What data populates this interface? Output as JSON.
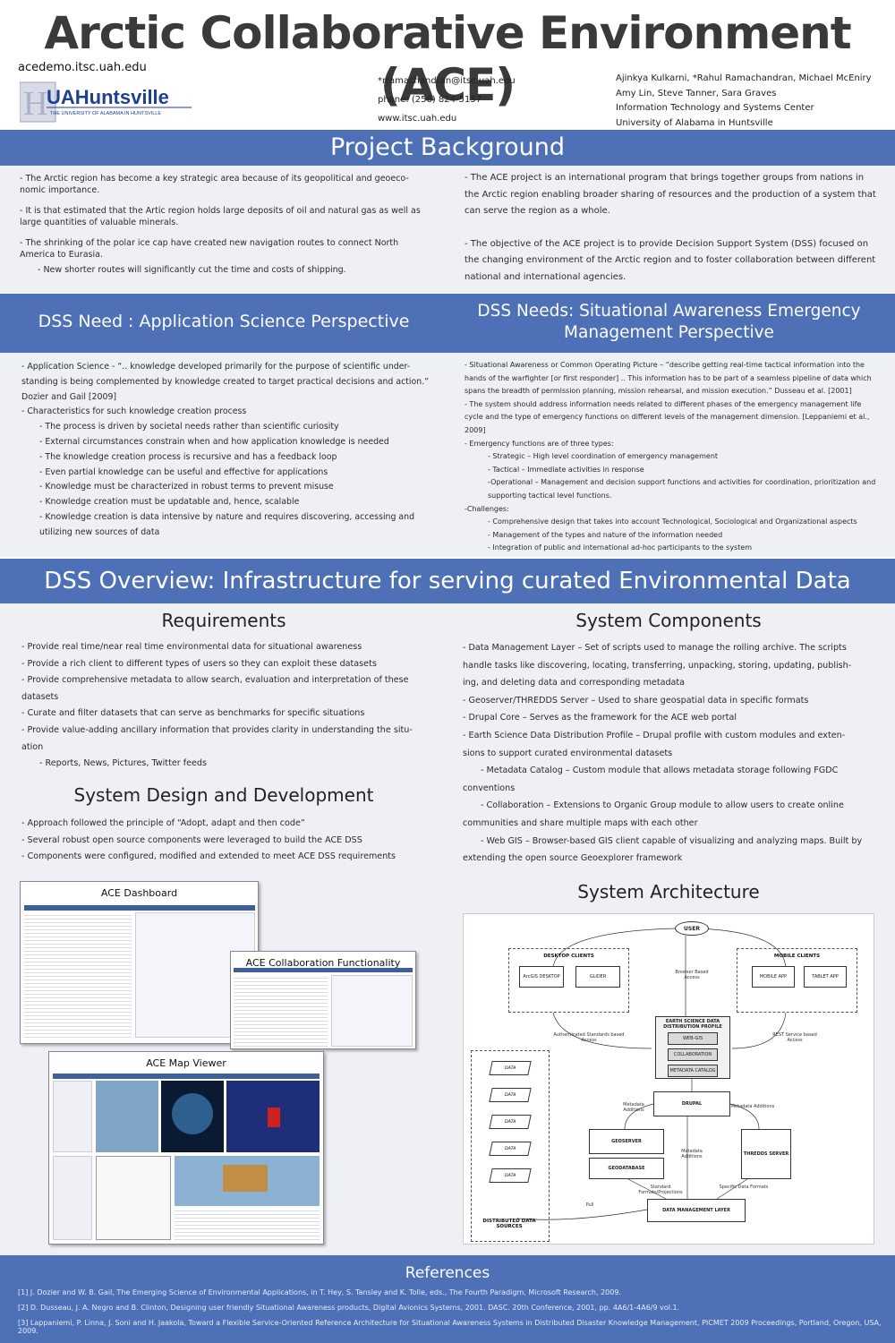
{
  "header": {
    "title": "Arctic Collaborative Environment (ACE)",
    "website": "acedemo.itsc.uah.edu",
    "logo_text": "UAHuntsville",
    "logo_subtext": "THE UNIVERSITY OF ALABAMA IN HUNTSVILLE",
    "contact": [
      "*rramachandran@itsc.uah.edu",
      "phone: (256) 824-5157",
      "www.itsc.uah.edu"
    ],
    "authors": [
      "Ajinkya Kulkarni, *Rahul Ramachandran, Michael McEniry",
      "Amy Lin, Steve Tanner, Sara Graves",
      "Information Technology and Systems Center",
      "University of Alabama in Huntsville"
    ]
  },
  "background": {
    "title": "Project Background",
    "left": [
      "- The Arctic region has become a key strategic area because of its geopolitical and geoeco-nomic importance.",
      "- It is that estimated that the Artic region holds large deposits of oil and natural gas as well as large quantities of valuable minerals.",
      "- The shrinking of the polar ice cap have created new navigation routes to connect North America to Eurasia.",
      "- New shorter routes will significantly cut the time and costs of shipping."
    ],
    "right": [
      "- The ACE project is an international program that brings together groups from nations in the Arctic region enabling broader sharing of resources and the production of a system that can serve the region as a whole.",
      "- The objective of the ACE project is to provide Decision Support System (DSS)  focused on the changing environment of the Arctic region and to foster collaboration between different national and international agencies."
    ]
  },
  "dss_need_app": {
    "title": "DSS Need : Application Science Perspective",
    "intro": "- Application Science  - “.. knowledge developed primarily for the purpose of scientific under-standing is being complemented by knowledge created to target practical decisions and action.” Dozier and Gail [2009]",
    "chars_head": "- Characteristics for such knowledge creation process",
    "items": [
      "- The process is driven by societal needs rather than scientific curiosity",
      "- External circumstances constrain when and how application knowledge is needed",
      "- The knowledge creation process is recursive and has a feedback loop",
      "- Even partial knowledge can be useful and effective for applications",
      "- Knowledge must be characterized in robust terms to prevent misuse",
      "- Knowledge creation must be updatable and, hence, scalable",
      "- Knowledge creation is data intensive by nature and requires discovering, accessing and utilizing new sources of data"
    ]
  },
  "dss_need_sa": {
    "title": "DSS Needs: Situational Awareness Emergency Management Perspective",
    "p1": "- Situational Awareness or Common Operating Picture – “describe getting real-time tactical information into the hands of the warfighter [or first responder] .. This information has to be part of a seamless pipeline of data which spans the breadth of permission planning, mission rehearsal, and mission execution.” Dusseau et al. [2001]",
    "p2": "- The system should address information needs related to different phases of the emergency management life cycle and the type of emergency functions on different levels of the management dimension. [Leppaniemi et al., 2009]",
    "functions_head": "- Emergency functions are of three types:",
    "functions": [
      "- Strategic – High level coordination of emergency management",
      "- Tactical – Immediate activities in response",
      "-Operational – Management and decision support functions and activities for coordination, prioritization and supporting tactical level functions."
    ],
    "challenges_head": "-Challenges:",
    "challenges": [
      "- Comprehensive design that takes into account Technological, Sociological and Organizational aspects",
      "- Management of the types and nature of the information needed",
      "- Integration of public and international ad-hoc participants to the system"
    ]
  },
  "overview": {
    "title": "DSS Overview: Infrastructure for serving curated Environmental Data",
    "requirements_title": "Requirements",
    "requirements": [
      "- Provide real time/near real time environmental data for situational awareness",
      "- Provide a rich client to different types of users so they can exploit these datasets",
      "- Provide comprehensive metadata to allow search, evaluation and interpretation of these datasets",
      "- Curate and filter datasets that can serve as benchmarks for specific situations",
      "- Provide value-adding ancillary information that provides clarity in understanding the situ-ation"
    ],
    "requirements_sub": "- Reports, News, Pictures, Twitter feeds",
    "design_title": "System Design and Development",
    "design": [
      "- Approach followed the principle of “Adopt, adapt and then code”",
      "- Several robust open source components were leveraged to build the ACE DSS",
      "- Components were configured, modified and extended to meet ACE DSS requirements"
    ],
    "components_title": "System Components",
    "components": [
      "- Data Management Layer – Set of scripts used to manage the rolling archive. The scripts handle tasks like discovering, locating, transferring, unpacking, storing, updating, publish-ing, and deleting data and corresponding metadata",
      "- Geoserver/THREDDS Server – Used to share geospatial data in specific formats",
      "- Drupal Core – Serves as the framework for the ACE web portal",
      "- Earth Science Data Distribution Profile – Drupal profile with custom modules and exten-sions to support curated environmental datasets"
    ],
    "components_sub": [
      "- Metadata Catalog – Custom module that allows metadata storage following FGDC conventions",
      "- Collaboration – Extensions to Organic Group module to allow users to create online communities and share multiple maps with each other",
      "- Web GIS – Browser-based GIS client capable of visualizing and analyzing maps. Built by extending the open source Geoexplorer framework"
    ],
    "architecture_title": "System Architecture"
  },
  "screenshots": {
    "dashboard": "ACE Dashboard",
    "collab": "ACE Collaboration Functionality",
    "mapviewer": "ACE Map Viewer"
  },
  "architecture": {
    "user": "USER",
    "desktop_clients": "DESKTOP CLIENTS",
    "arcgis": "ArcGIS DESKTOP",
    "glider": "GLIDER",
    "mobile_clients": "MOBILE CLIENTS",
    "mobile_app": "MOBILE APP",
    "tablet_app": "TABLET APP",
    "browser_access": "Browser Based Access",
    "auth_access": "Authenticated Standards based Access",
    "rest_access": "REST Service based Access",
    "esddp": "EARTH SCIENCE DATA DISTRIBUTION PROFILE",
    "webgis": "WEB-GIS",
    "collaboration": "COLLABORATION",
    "metadata_catalog": "METADATA CATALOG",
    "drupal": "DRUPAL",
    "metadata_add_l": "Metadata Additions",
    "metadata_add_r": "Metadata Additions",
    "metadata_add_c": "Metadata Additions",
    "geoserver": "GEOSERVER",
    "geodatabase": "GEODATABASE",
    "thredds": "THREDDS SERVER",
    "std_formats": "Standard Formats/Projections",
    "specific_formats": "Specific Data Formats",
    "dml": "DATA MANAGEMENT LAYER",
    "pull": "Pull",
    "data": "DATA",
    "dist_sources": "DISTRIBUTED DATA SOURCES"
  },
  "references": {
    "title": "References",
    "items": [
      "[1]    J. Dozier and W. B. Gail, The Emerging Science of Environmental Applications, in T. Hey, S. Tansley and K. Tolle, eds., The Fourth Paradigm, Microsoft Research, 2009.",
      "[2]    D. Dusseau, J. A. Negro and B. Clinton, Designing user friendly Situational Awareness products, Digital Avionics Systems, 2001. DASC. 20th Conference, 2001, pp. 4A6/1-4A6/9 vol.1.",
      "[3]    Lappaniemi, P. Linna, J. Soni and H. Jaakola, Toward a Flexible Service-Oriented Reference Architecture for Situational Awareness Systems in Distributed Disaster Knowledge Management, PICMET 2009 Proceedings, Portland, Oregon, USA, 2009."
    ]
  }
}
